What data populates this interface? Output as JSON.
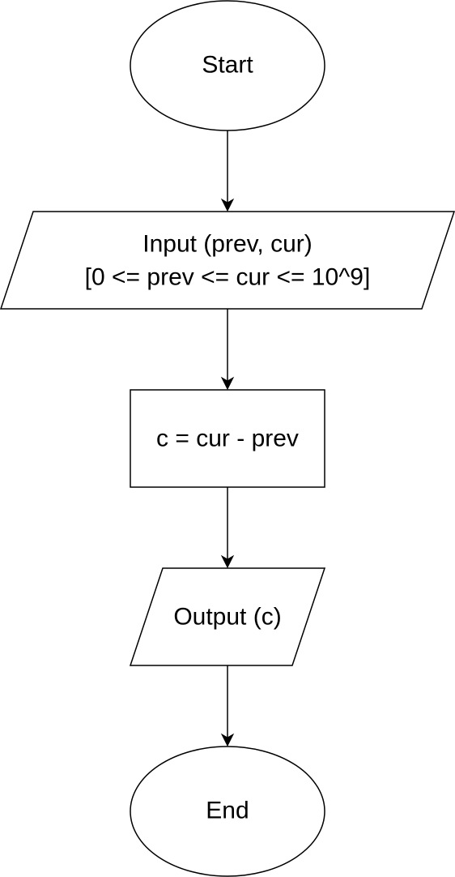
{
  "nodes": {
    "start": {
      "label": "Start"
    },
    "input": {
      "line1": "Input (prev, cur)",
      "line2": "[0 <= prev <= cur <= 10^9]"
    },
    "process": {
      "label": "c = cur - prev"
    },
    "output": {
      "label": "Output (c)"
    },
    "end": {
      "label": "End"
    }
  },
  "colors": {
    "stroke": "#000000",
    "fill": "#ffffff",
    "text": "#000000"
  }
}
